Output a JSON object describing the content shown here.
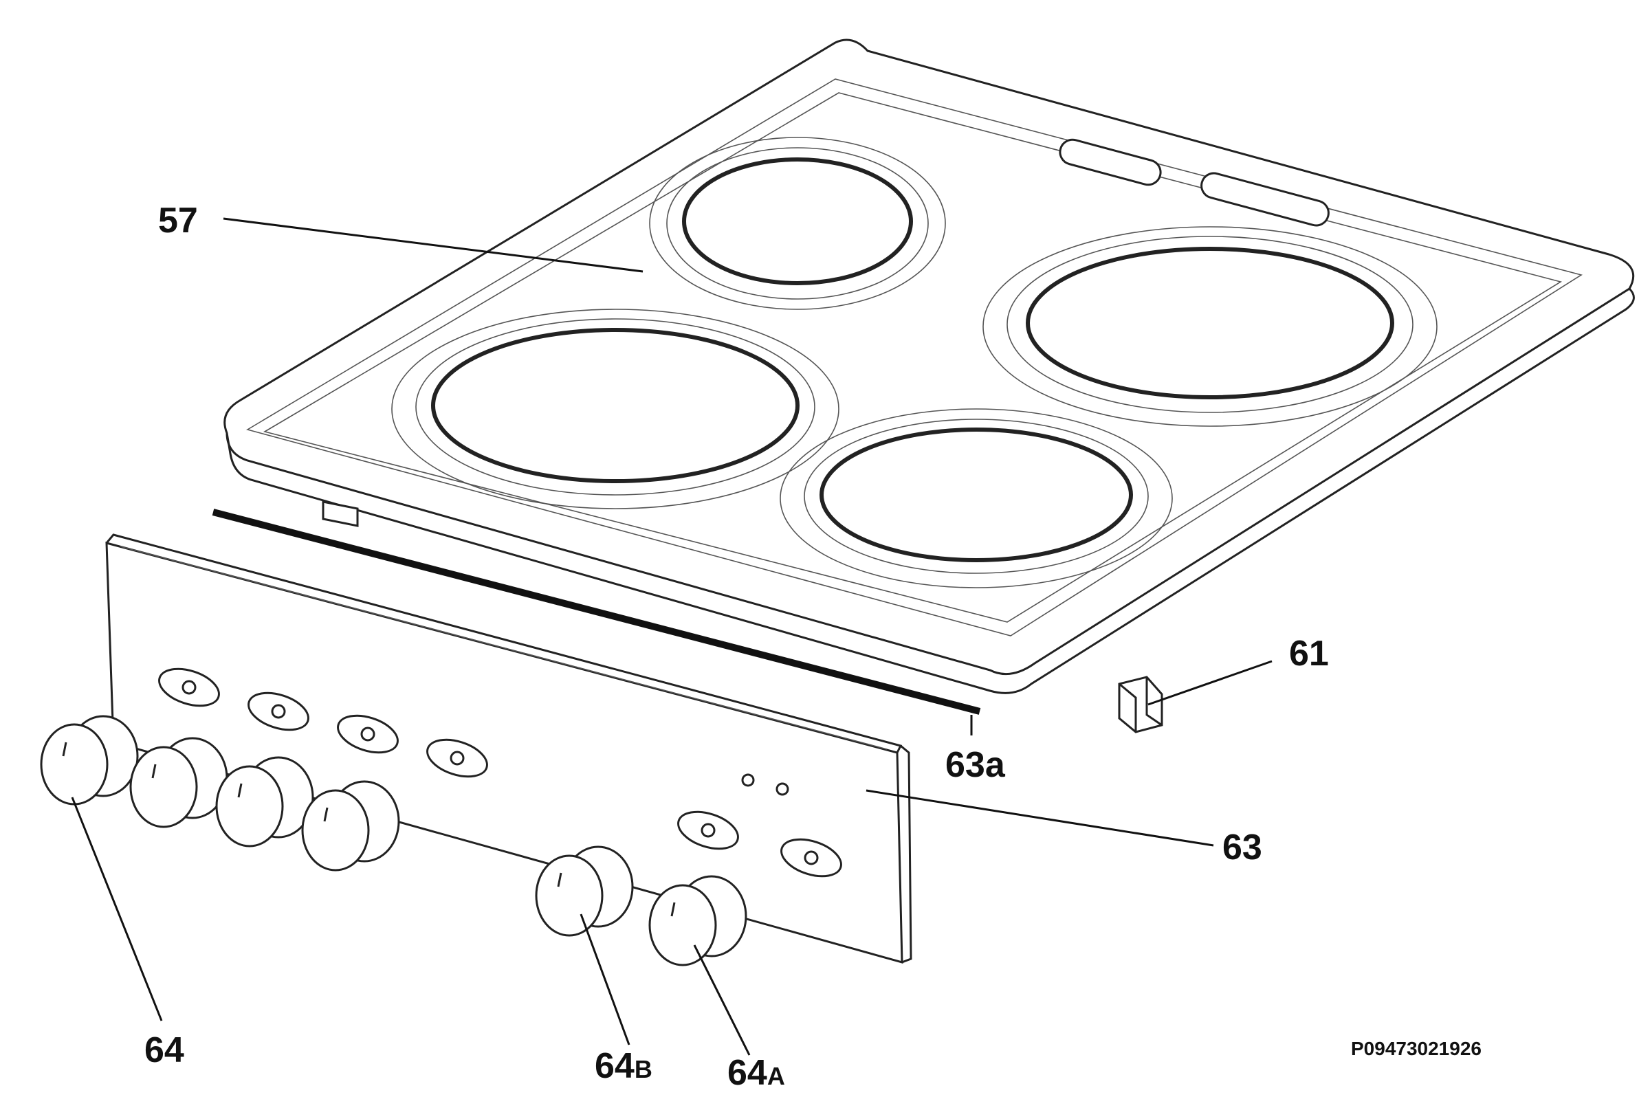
{
  "labels": {
    "hob_top": "57",
    "control_panel": "63",
    "gasket": "63a",
    "clip": "61",
    "knob": "64",
    "knob_b_main": "64",
    "knob_b_sub": "B",
    "knob_a_main": "64",
    "knob_a_sub": "A"
  },
  "drawing_code": "P09473021926",
  "colors": {
    "line": "#222222",
    "background": "#ffffff"
  }
}
